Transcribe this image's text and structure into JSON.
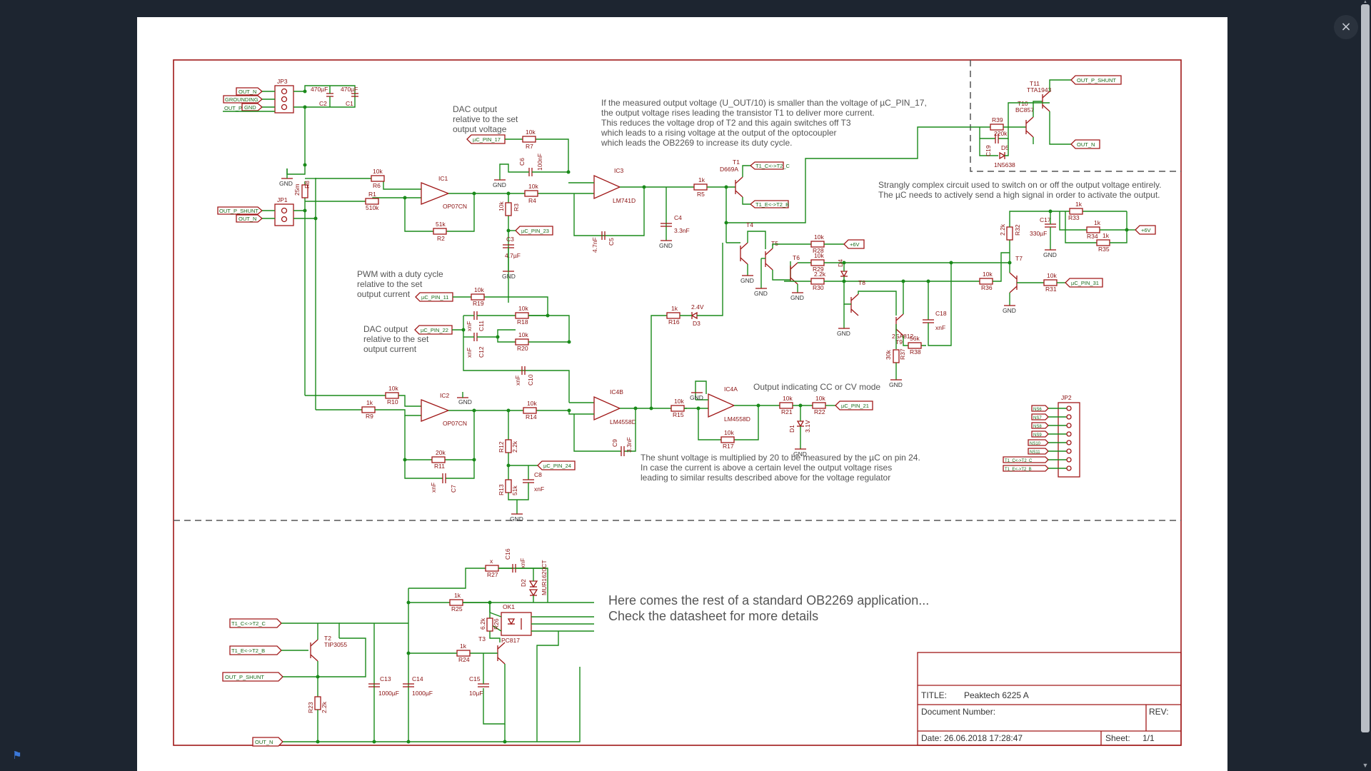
{
  "viewer": {
    "close_icon": "×",
    "flag_icon": "⚑"
  },
  "notes": {
    "dac_out_1": "DAC output",
    "dac_out_2": "relative to the set",
    "dac_out_3": "output voltage",
    "if_1": "If the measured output voltage (U_OUT/10) is smaller than the voltage of µC_PIN_17,",
    "if_2": "the output voltage rises leading the transistor T1 to deliver more current.",
    "if_3": "This reduces the voltage drop of T2 and this again switches off T3",
    "if_4": "which leads to a rising voltage at the output of the optocoupler",
    "if_5": "which leads the OB2269 to increase its duty cycle.",
    "strong_1": "Strangly complex circuit used to switch on or off the output voltage entirely.",
    "strong_2": "The µC needs to actively send a high signal in order to activate the output.",
    "pwm_1": "PWM with a duty cycle",
    "pwm_2": "relative to the set",
    "pwm_3": "output current",
    "dacc_1": "DAC output",
    "dacc_2": "relative to the set",
    "dacc_3": "output current",
    "cccv": "Output indicating CC or CV mode",
    "shunt_1": "The shunt voltage is multiplied by 20 to be measured by the µC on pin 24.",
    "shunt_2": "In case the current is above a certain level the output voltage rises",
    "shunt_3": "leading to similar results described above for the voltage regulator",
    "rest_1": "Here comes the rest of a standard OB2269 application...",
    "rest_2": "Check the datasheet for more details"
  },
  "title_block": {
    "title_label": "TITLE:",
    "title_value": "Peaktech 6225 A",
    "docnum_label": "Document Number:",
    "rev_label": "REV:",
    "date_label": "Date:",
    "date_value": "26.06.2018 17:28:47",
    "sheet_label": "Sheet:",
    "sheet_value": "1/1"
  },
  "ports": {
    "out_n": "OUT_N",
    "grounding": "GROUNDING",
    "out_p": "OUT_P",
    "out_p_shunt": "OUT_P_SHUNT",
    "uc_pin_17": "µC_PIN_17",
    "uc_pin_23": "µC_PIN_23",
    "uc_pin_11": "µC_PIN_11",
    "uc_pin_22": "µC_PIN_22",
    "uc_pin_24": "µC_PIN_24",
    "uc_pin_21": "µC_PIN_21",
    "uc_pin_31": "µC_PIN_31",
    "t1_ct2_c": "T1_C<->T2_C",
    "t1_et2_b": "T1_E<->T2_B",
    "plus6v": "+6V",
    "gnd": "GND"
  },
  "jp2_pins": [
    "NS6",
    "NS7",
    "NS8",
    "NS9",
    "NS10",
    "NS11",
    "T1_C<->T2_C",
    "T1_E<->T2_B"
  ],
  "components": {
    "JP3": "JP3",
    "JP1": "JP1",
    "JP2": "JP2",
    "C2": "C2",
    "C2v": "470µF",
    "C1": "C1",
    "C1v": "470µF",
    "R8": "R8",
    "R8v": "25m",
    "R6": "R6",
    "R6v": "10k",
    "R1": "R1",
    "R1v": "510k",
    "R2": "R2",
    "R2v": "51k",
    "IC1": "IC1",
    "IC1t": "OP07CN",
    "R7": "R7",
    "R7v": "10k",
    "C6": "C6",
    "C6v": "100nF",
    "R4": "R4",
    "R4v": "10k",
    "R3": "R3",
    "R3v": "10k",
    "C3": "C3",
    "C3v": "4.7µF",
    "IC3": "IC3",
    "IC3t": "LM741D",
    "C5": "C5",
    "C5v": "4.7nF",
    "C4": "C4",
    "C4v": "3.3nF",
    "R5": "R5",
    "R5v": "1k",
    "T1": "T1",
    "T1t": "D669A",
    "T4": "T4",
    "T5": "T5",
    "T6": "T6",
    "R28": "R28",
    "R28v": "10k",
    "R29": "R29",
    "R29v": "10k",
    "R30": "R30",
    "R30v": "2.2k",
    "D4": "D4",
    "T8": "T8",
    "T9": "T9",
    "T9t": "2SA812",
    "R38": "R38",
    "R38v": "56k",
    "R37": "R37",
    "R37v": "30k",
    "C18": "C18",
    "C18v": "xnF",
    "R36": "R36",
    "R36v": "10k",
    "T7": "T7",
    "R31": "R31",
    "R31v": "10k",
    "R32": "R32",
    "R32v": "2.2k",
    "C17": "C17",
    "C17v": "330µF",
    "R33": "R33",
    "R33v": "1k",
    "R34": "R34",
    "R34v": "1k",
    "R35": "R35",
    "R35v": "1k",
    "T10": "T10",
    "T10t": "BC857",
    "T11": "T11",
    "T11t": "TTA1943",
    "R39": "R39",
    "R39v": "220k",
    "C19": "C19",
    "D5": "D5",
    "D5t": "1N5638",
    "R19": "R19",
    "R19v": "10k",
    "R18": "R18",
    "R18v": "10k",
    "R20": "R20",
    "R20v": "10k",
    "C11": "C11",
    "C11v": "xnF",
    "C12": "C12",
    "C12v": "xnF",
    "C10": "C10",
    "C10v": "xnF",
    "IC2": "IC2",
    "IC2t": "OP07CN",
    "R10": "R10",
    "R10v": "10k",
    "R9": "R9",
    "R9v": "1k",
    "R11": "R11",
    "R11v": "20k",
    "C7": "C7",
    "C7v": "xnF",
    "R14": "R14",
    "R14v": "10k",
    "IC4B": "IC4B",
    "IC4Bt": "LM4558D",
    "C9": "C9",
    "C9v": "3.3nF",
    "R12": "R12",
    "R12v": "2.2k",
    "R13": "R13",
    "R13v": "51k",
    "C8": "C8",
    "C8v": "xnF",
    "R16": "R16",
    "R16v": "1k",
    "D3": "D3",
    "D3v": "2.4V",
    "R15": "R15",
    "R15v": "10k",
    "IC4A": "IC4A",
    "IC4At": "LM4558D",
    "R17": "R17",
    "R17v": "10k",
    "R21": "R21",
    "R21v": "10k",
    "R22": "R22",
    "R22v": "10k",
    "D1": "D1",
    "D1v": "3.1V",
    "R27": "R27",
    "R27v": "x",
    "C16": "C16",
    "C16v": "xnF",
    "D2": "D2",
    "D2t": "MUR1620CT",
    "R25": "R25",
    "R25v": "1k",
    "OK1": "OK1",
    "OK1t": "PC817",
    "R26": "R26",
    "R26v": "6.2k",
    "T3": "T3",
    "R24": "R24",
    "R24v": "1k",
    "T2": "T2",
    "T2t": "TIP3055",
    "C13": "C13",
    "C13v": "1000µF",
    "C14": "C14",
    "C14v": "1000µF",
    "C15": "C15",
    "C15v": "10µF",
    "R23": "R23",
    "R23v": "2.2k"
  }
}
